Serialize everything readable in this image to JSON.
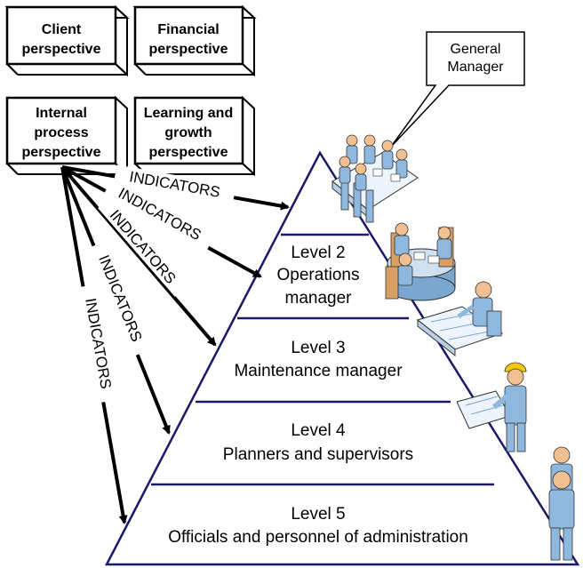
{
  "perspectives": {
    "client": [
      "Client",
      "perspective"
    ],
    "financial": [
      "Financial",
      "perspective"
    ],
    "internal": [
      "Internal",
      "process",
      "perspective"
    ],
    "learning": [
      "Learning and",
      "growth",
      "perspective"
    ]
  },
  "callout": [
    "General",
    "Manager"
  ],
  "indicator_label": "INDICATORS",
  "levels": [
    {
      "title": "Level 2",
      "subtitle": "Operations",
      "subtitle2": "manager"
    },
    {
      "title": "Level 3",
      "subtitle": "Maintenance manager"
    },
    {
      "title": "Level 4",
      "subtitle": "Planners and supervisors"
    },
    {
      "title": "Level 5",
      "subtitle": "Officials and personnel of administration"
    }
  ],
  "colors": {
    "pyramid_stroke": "#1a1a66",
    "person_fill": "#8fb8de",
    "person_skin": "#f0c090",
    "furniture": "#d9a066",
    "helmet": "#f5c800"
  },
  "icons": [
    "board-meeting-icon",
    "team-meeting-icon",
    "drafting-person-icon",
    "engineer-with-plan-icon",
    "two-workers-icon"
  ]
}
